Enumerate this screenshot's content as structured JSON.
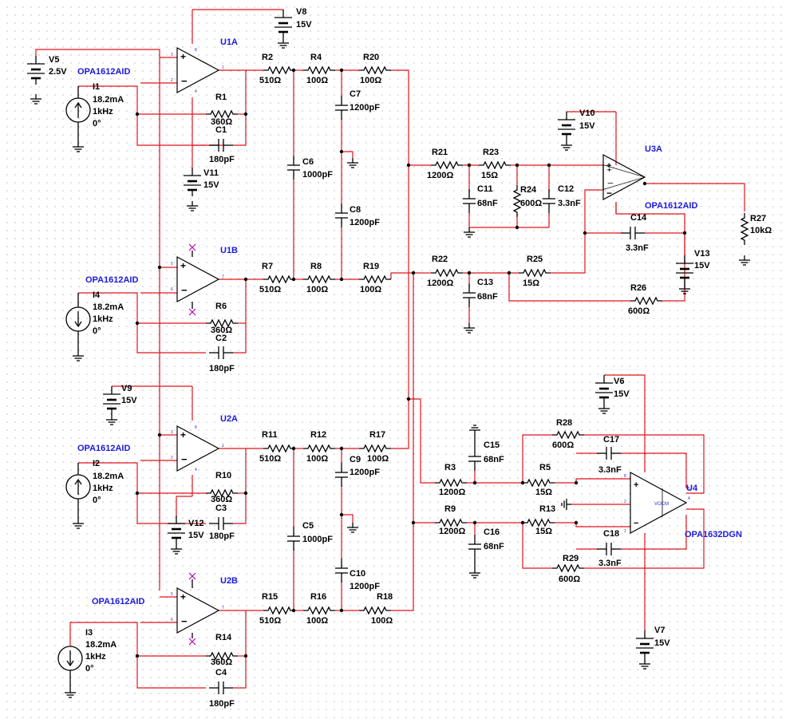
{
  "opamps": {
    "U1A": {
      "ref": "U1A",
      "part": "OPA1612AID"
    },
    "U1B": {
      "ref": "U1B",
      "part": "OPA1612AID"
    },
    "U2A": {
      "ref": "U2A",
      "part": "OPA1612AID"
    },
    "U2B": {
      "ref": "U2B",
      "part": "OPA1612AID"
    },
    "U3A": {
      "ref": "U3A",
      "part": "OPA1612AID"
    },
    "U4": {
      "ref": "U4",
      "part": "OPA1632DGN"
    }
  },
  "resistors": {
    "R1": {
      "ref": "R1",
      "value": "360Ω"
    },
    "R2": {
      "ref": "R2",
      "value": "510Ω"
    },
    "R4": {
      "ref": "R4",
      "value": "100Ω"
    },
    "R20": {
      "ref": "R20",
      "value": "100Ω"
    },
    "R7": {
      "ref": "R7",
      "value": "510Ω"
    },
    "R8": {
      "ref": "R8",
      "value": "100Ω"
    },
    "R19": {
      "ref": "R19",
      "value": "100Ω"
    },
    "R6": {
      "ref": "R6",
      "value": "360Ω"
    },
    "R11": {
      "ref": "R11",
      "value": "510Ω"
    },
    "R12": {
      "ref": "R12",
      "value": "100Ω"
    },
    "R17": {
      "ref": "R17",
      "value": "100Ω"
    },
    "R10": {
      "ref": "R10",
      "value": "360Ω"
    },
    "R15": {
      "ref": "R15",
      "value": "510Ω"
    },
    "R16": {
      "ref": "R16",
      "value": "100Ω"
    },
    "R18": {
      "ref": "R18",
      "value": "100Ω"
    },
    "R14": {
      "ref": "R14",
      "value": "360Ω"
    },
    "R21": {
      "ref": "R21",
      "value": "1200Ω"
    },
    "R23": {
      "ref": "R23",
      "value": "15Ω"
    },
    "R24": {
      "ref": "R24",
      "value": "600Ω"
    },
    "R22": {
      "ref": "R22",
      "value": "1200Ω"
    },
    "R25": {
      "ref": "R25",
      "value": "15Ω"
    },
    "R26": {
      "ref": "R26",
      "value": "600Ω"
    },
    "R27": {
      "ref": "R27",
      "value": "10kΩ"
    },
    "R28": {
      "ref": "R28",
      "value": "600Ω"
    },
    "R3": {
      "ref": "R3",
      "value": "1200Ω"
    },
    "R5": {
      "ref": "R5",
      "value": "15Ω"
    },
    "R9": {
      "ref": "R9",
      "value": "1200Ω"
    },
    "R13": {
      "ref": "R13",
      "value": "15Ω"
    },
    "R29": {
      "ref": "R29",
      "value": "600Ω"
    }
  },
  "capacitors": {
    "C1": {
      "ref": "C1",
      "value": "180pF"
    },
    "C2": {
      "ref": "C2",
      "value": "180pF"
    },
    "C3": {
      "ref": "C3",
      "value": "180pF"
    },
    "C4": {
      "ref": "C4",
      "value": "180pF"
    },
    "C5": {
      "ref": "C5",
      "value": "1000pF"
    },
    "C6": {
      "ref": "C6",
      "value": "1000pF"
    },
    "C7": {
      "ref": "C7",
      "value": "1200pF"
    },
    "C8": {
      "ref": "C8",
      "value": "1200pF"
    },
    "C9": {
      "ref": "C9",
      "value": "1200pF"
    },
    "C10": {
      "ref": "C10",
      "value": "1200pF"
    },
    "C11": {
      "ref": "C11",
      "value": "68nF"
    },
    "C12": {
      "ref": "C12",
      "value": "3.3nF"
    },
    "C13": {
      "ref": "C13",
      "value": "68nF"
    },
    "C14": {
      "ref": "C14",
      "value": "3.3nF"
    },
    "C15": {
      "ref": "C15",
      "value": "68nF"
    },
    "C16": {
      "ref": "C16",
      "value": "68nF"
    },
    "C17": {
      "ref": "C17",
      "value": "3.3nF"
    },
    "C18": {
      "ref": "C18",
      "value": "3.3nF"
    }
  },
  "sources": {
    "V5": {
      "ref": "V5",
      "value": "2.5V"
    },
    "V8": {
      "ref": "V8",
      "value": "15V"
    },
    "V11": {
      "ref": "V11",
      "value": "15V"
    },
    "V9": {
      "ref": "V9",
      "value": "15V"
    },
    "V12": {
      "ref": "V12",
      "value": "15V"
    },
    "V10": {
      "ref": "V10",
      "value": "15V"
    },
    "V13": {
      "ref": "V13",
      "value": "15V"
    },
    "V6": {
      "ref": "V6",
      "value": "15V"
    },
    "V7": {
      "ref": "V7",
      "value": "15V"
    }
  },
  "currents": {
    "I1": {
      "ref": "I1",
      "value": "18.2mA",
      "freq": "1kHz",
      "phase": "0°"
    },
    "I4": {
      "ref": "I4",
      "value": "18.2mA",
      "freq": "1kHz",
      "phase": "0°"
    },
    "I2": {
      "ref": "I2",
      "value": "18.2mA",
      "freq": "1kHz",
      "phase": "0°"
    },
    "I3": {
      "ref": "I3",
      "value": "18.2mA",
      "freq": "1kHz",
      "phase": "0°"
    }
  },
  "colors": {
    "wire": "#e0141c",
    "part_label": "#1a1adc",
    "component": "#000000",
    "grid_dot": "#9a9a9a"
  }
}
